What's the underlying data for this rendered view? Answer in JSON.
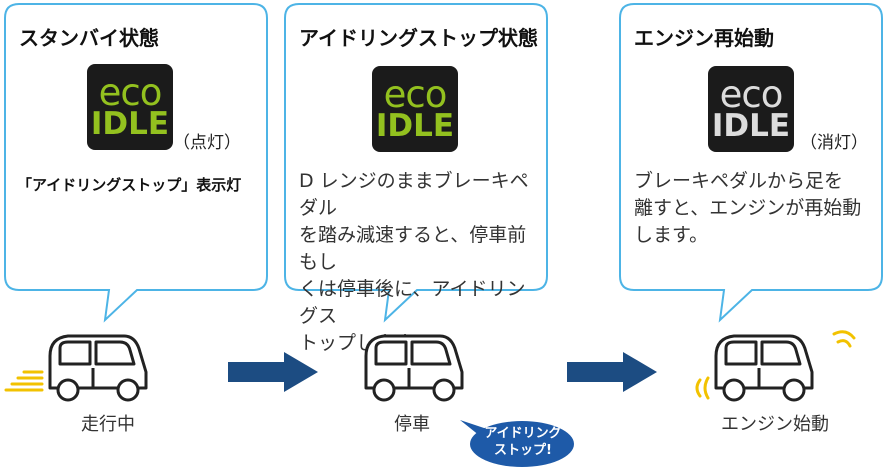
{
  "panels": [
    {
      "title": "スタンバイ状態",
      "eco_icon": {
        "line1": "eco",
        "line2": "IDLE",
        "state": "on"
      },
      "status_label": "（点灯）",
      "indicator_label": "「アイドリングストップ」表示灯"
    },
    {
      "title": "アイドリングストップ状態",
      "eco_icon": {
        "line1": "eco",
        "line2": "IDLE",
        "state": "on"
      },
      "description_lines": [
        "D レンジのままブレーキペダル",
        "を踏み減速すると、停車前もし",
        "くは停車後に、アイドリングス",
        "トップします。"
      ]
    },
    {
      "title": "エンジン再始動",
      "eco_icon": {
        "line1": "eco",
        "line2": "IDLE",
        "state": "off"
      },
      "status_label": "（消灯）",
      "description_lines": [
        "ブレーキペダルから足を",
        "離すと、エンジンが再始動",
        "します。"
      ]
    }
  ],
  "cars": [
    {
      "label": "走行中"
    },
    {
      "label": "停車"
    },
    {
      "label": "エンジン始動"
    }
  ],
  "bubble": {
    "line1": "アイドリング",
    "line2": "ストップ!"
  },
  "colors": {
    "panel_border": "#4db4e6",
    "arrow": "#1c4c82",
    "bubble": "#1e5aa8",
    "eco_on": "#93c11f",
    "eco_off": "#dcdcdc",
    "motion_lines": "#f2c200"
  }
}
